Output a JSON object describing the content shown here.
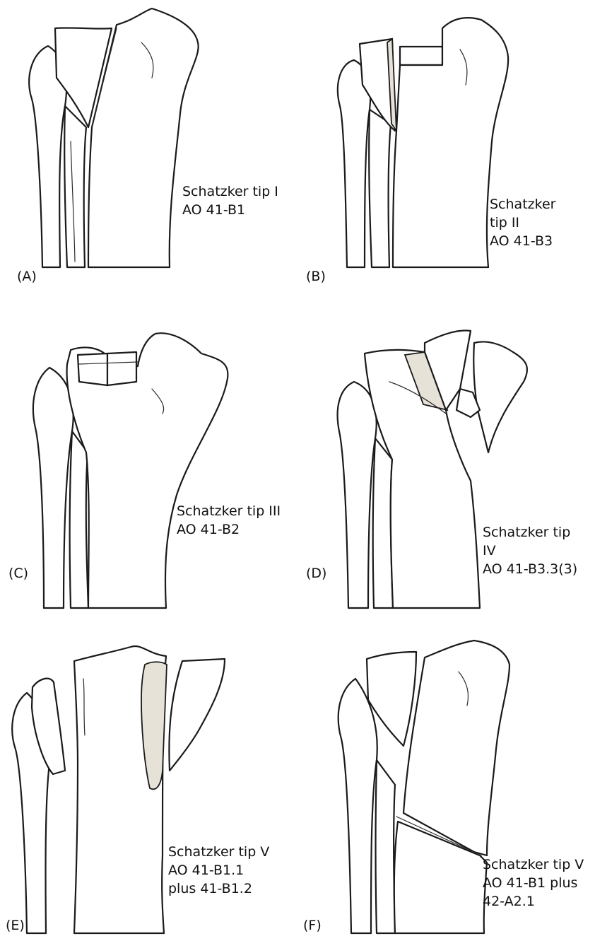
{
  "panels": [
    {
      "letter": "(A)",
      "lines": [
        "Schatzker tip I",
        "AO 41-B1"
      ]
    },
    {
      "letter": "(B)",
      "lines": [
        "Schatzker",
        "tip II",
        "AO 41-B3"
      ]
    },
    {
      "letter": "(C)",
      "lines": [
        "Schatzker tip III",
        "AO 41-B2"
      ]
    },
    {
      "letter": "(D)",
      "lines": [
        "Schatzker tip",
        "IV",
        "AO 41-B3.3(3)"
      ]
    },
    {
      "letter": "(E)",
      "lines": [
        "Schatzker tip V",
        "AO 41-B1.1",
        "plus 41-B1.2"
      ]
    },
    {
      "letter": "(F)",
      "lines": [
        "Schatzker tip V",
        "AO 41-B1 plus",
        "42-A2.1"
      ]
    }
  ]
}
